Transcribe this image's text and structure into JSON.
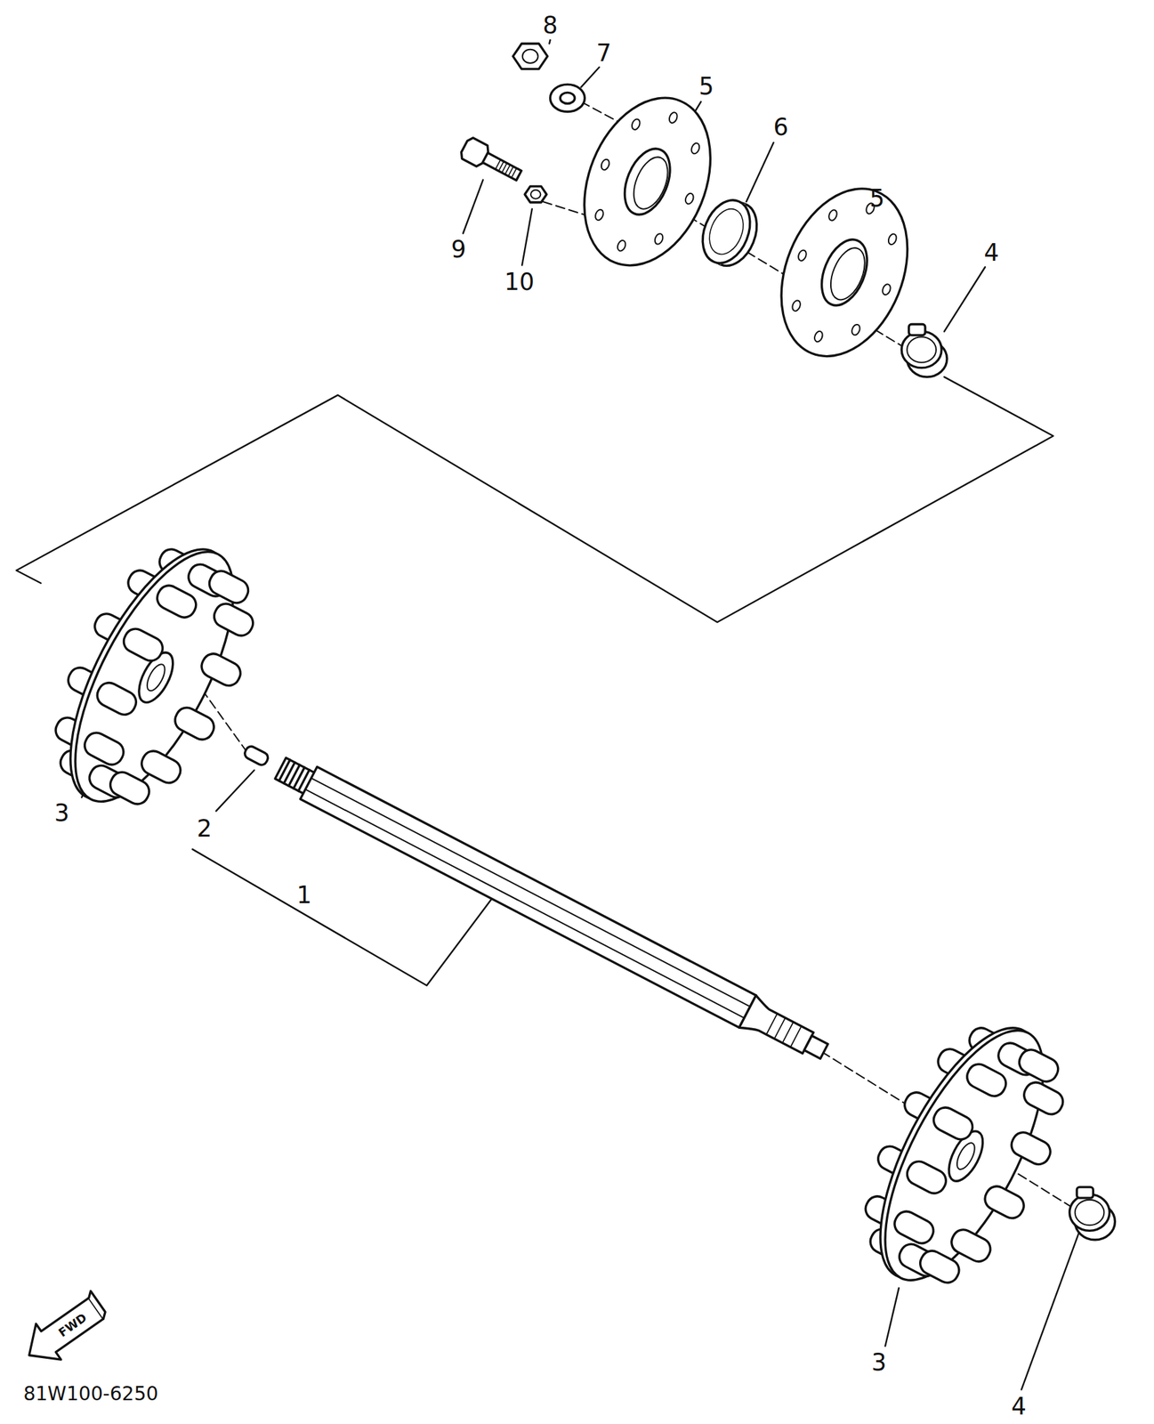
{
  "diagram": {
    "labels": [
      "8",
      "7",
      "5",
      "6",
      "9",
      "10",
      "5",
      "4",
      "3",
      "2",
      "1",
      "3",
      "FWD",
      "81W100-6250",
      "4"
    ]
  }
}
